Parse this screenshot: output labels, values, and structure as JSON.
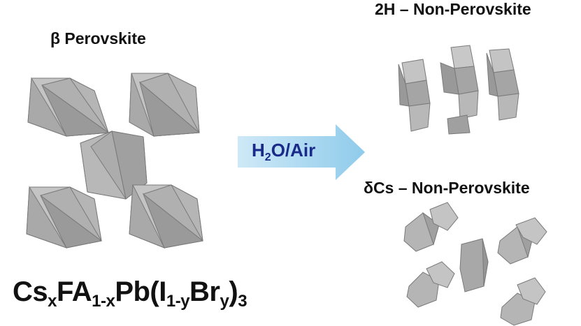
{
  "left_title": "β Perovskite",
  "top_right_title": "2H – Non-Perovskite",
  "bottom_right_title": "δCs – Non-Perovskite",
  "formula": {
    "cs": "Cs",
    "x": "x",
    "fa": "FA",
    "one_minus_x": "1-x",
    "pb": "Pb(I",
    "one_minus_y": "1-y",
    "br": "Br",
    "y": "y",
    "close": ")",
    "three": "3"
  },
  "arrow": {
    "h": "H",
    "two": "2",
    "rest": "O/Air",
    "color": "#a8d8f0"
  },
  "colors": {
    "octahedron_light": "#c4c4c4",
    "octahedron_mid": "#a9a9a9",
    "octahedron_dark": "#8c8c8c"
  }
}
